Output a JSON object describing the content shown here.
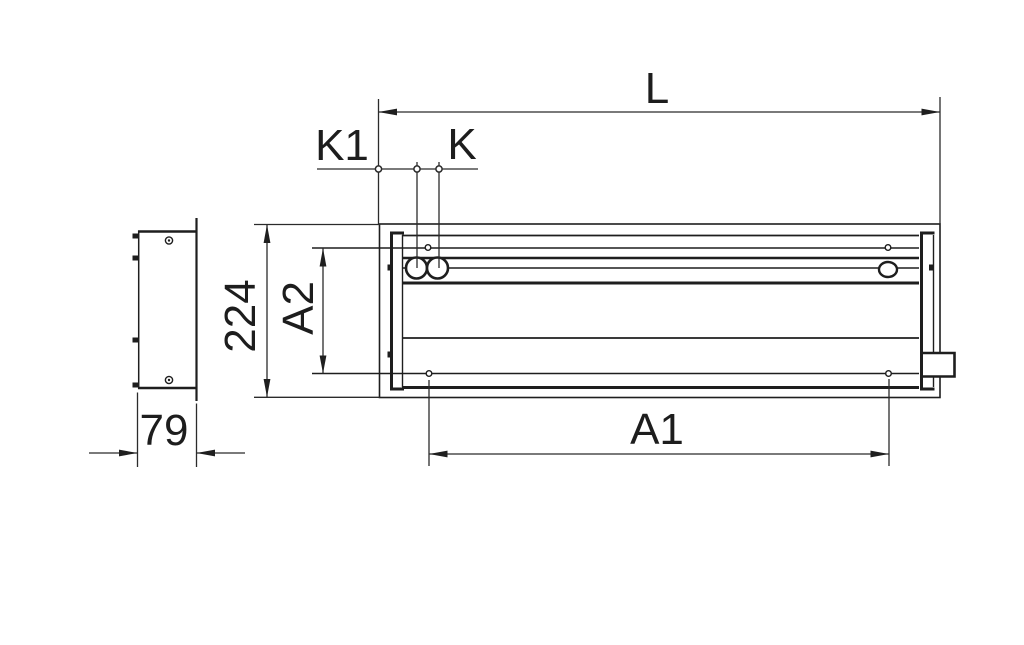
{
  "drawing": {
    "background_color": "#ffffff",
    "line_color": "#1e1e1e",
    "text_color": "#1d1d1d",
    "dimensions": {
      "L": {
        "label": "L"
      },
      "K1": {
        "label": "K1"
      },
      "K": {
        "label": "K"
      },
      "h224": {
        "label": "224"
      },
      "A2": {
        "label": "A2"
      },
      "A1": {
        "label": "A1"
      },
      "d79": {
        "label": "79"
      }
    }
  }
}
